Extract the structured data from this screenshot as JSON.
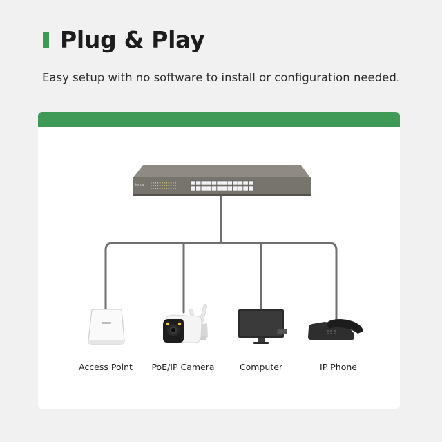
{
  "header": {
    "title": "Plug & Play",
    "subtitle": "Easy setup with no software to install or configuration needed."
  },
  "switch": {
    "brand": "tenda",
    "ports": 24
  },
  "devices": [
    {
      "id": "access-point",
      "label": "Access Point",
      "icon": "access-point-icon"
    },
    {
      "id": "camera",
      "label": "PoE/IP Camera",
      "icon": "camera-icon"
    },
    {
      "id": "computer",
      "label": "Computer",
      "icon": "monitor-icon"
    },
    {
      "id": "phone",
      "label": "IP Phone",
      "icon": "ip-phone-icon"
    }
  ],
  "colors": {
    "accent": "#3f9a57",
    "background": "#f1f1f1",
    "card": "#ffffff",
    "cable": "#6f6f6f"
  }
}
